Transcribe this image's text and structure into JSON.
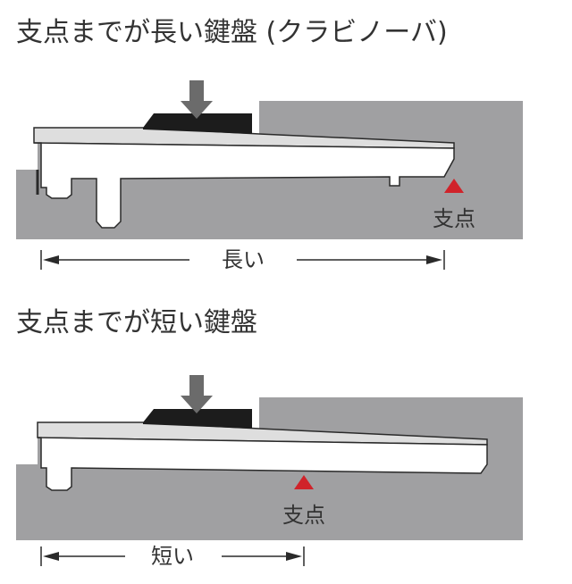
{
  "diagram_top": {
    "title": "支点までが長い鍵盤 (クラビノーバ)",
    "fulcrum_label": "支点",
    "length_label": "長い"
  },
  "diagram_bottom": {
    "title": "支点までが短い鍵盤",
    "fulcrum_label": "支点",
    "length_label": "短い"
  },
  "colors": {
    "background": "#ffffff",
    "body_gray": "#a0a0a2",
    "key_top": "#dedede",
    "key_body": "#ffffff",
    "outline": "#2a2a2a",
    "arrow": "#6b6b6b",
    "weight": "#1c1c1c",
    "fulcrum": "#d0232a",
    "text": "#333333"
  },
  "icons": {
    "press_arrow": "down-arrow-icon",
    "fulcrum_marker": "triangle-icon"
  }
}
